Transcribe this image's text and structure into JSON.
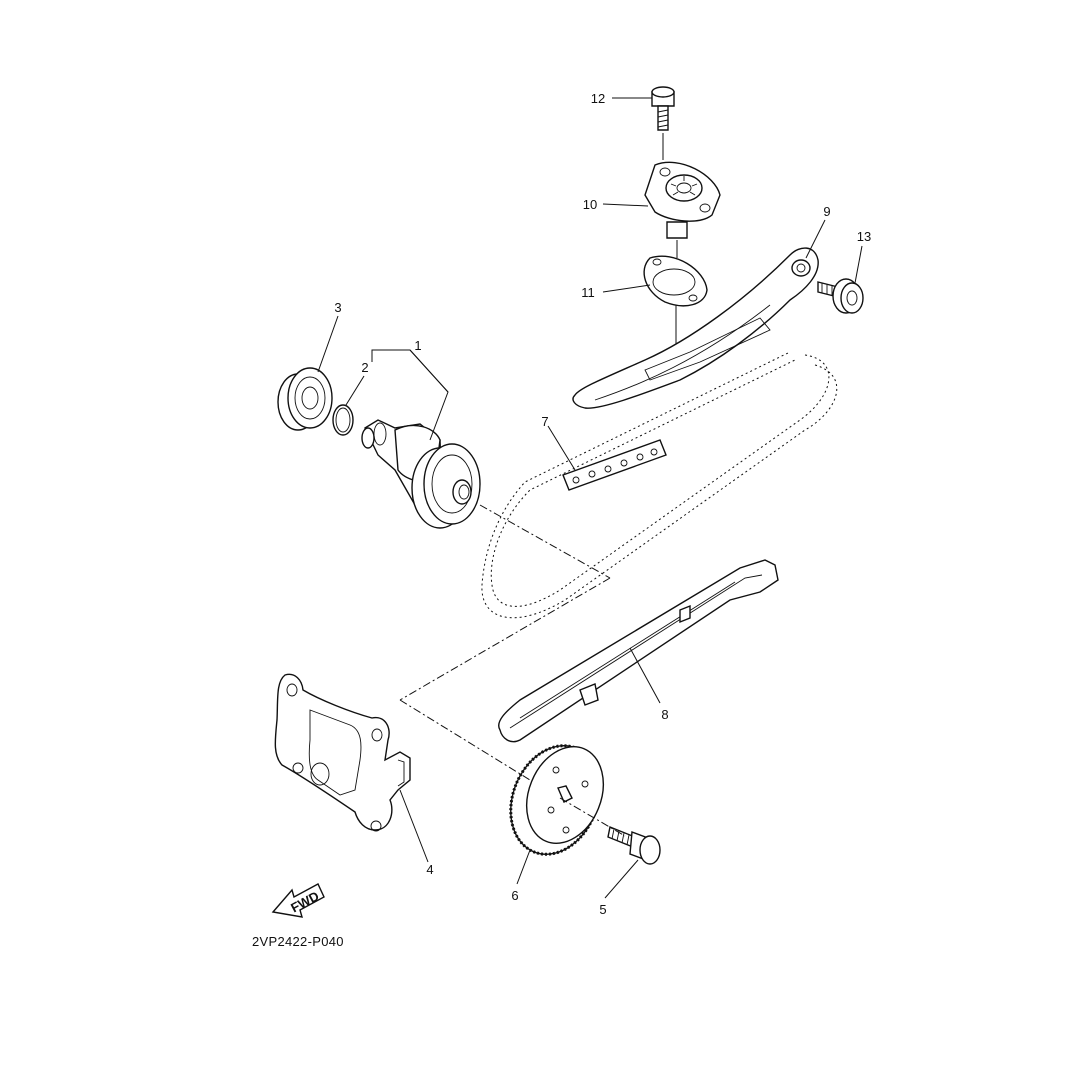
{
  "drawing_code": "2VP2422-P040",
  "fwd_label": "FWD",
  "callouts": {
    "c1": "1",
    "c2": "2",
    "c3": "3",
    "c4": "4",
    "c5": "5",
    "c6": "6",
    "c7": "7",
    "c8": "8",
    "c9": "9",
    "c10": "10",
    "c11": "11",
    "c12": "12",
    "c13": "13"
  },
  "ink_color": "#111111"
}
